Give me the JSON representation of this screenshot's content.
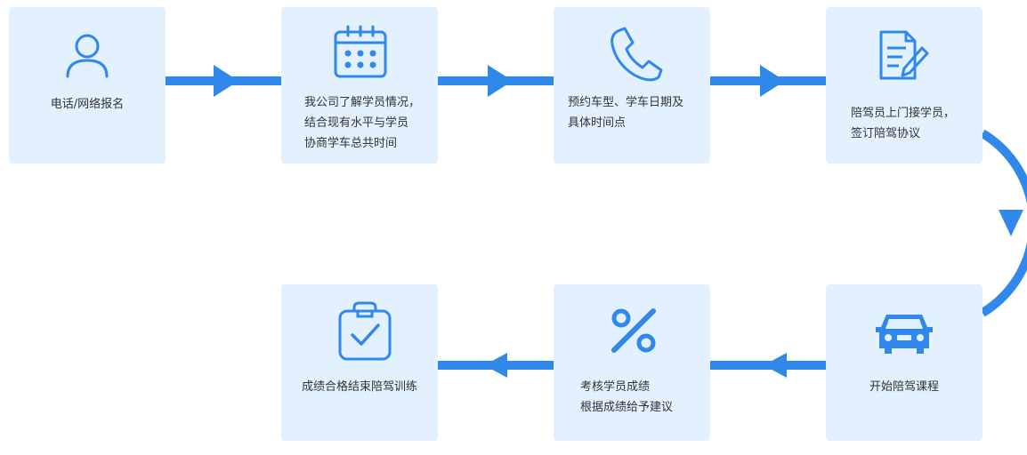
{
  "colors": {
    "accent": "#2f88ea",
    "card_bg": "#e3f0fd",
    "text": "#333333"
  },
  "steps": [
    {
      "id": "register",
      "icon": "person-icon",
      "lines": [
        "电话/网络报名"
      ]
    },
    {
      "id": "assess",
      "icon": "calendar-icon",
      "lines": [
        "我公司了解学员情况，",
        "结合现有水平与学员",
        "协商学车总共时间"
      ]
    },
    {
      "id": "reserve",
      "icon": "phone-icon",
      "lines": [
        "预约车型、学车日期及",
        "具体时间点"
      ]
    },
    {
      "id": "agreement",
      "icon": "document-pen-icon",
      "lines": [
        "陪驾员上门接学员，",
        "签订陪驾协议"
      ]
    },
    {
      "id": "start",
      "icon": "car-icon",
      "lines": [
        "开始陪驾课程"
      ]
    },
    {
      "id": "evaluate",
      "icon": "percent-icon",
      "lines": [
        "考核学员成绩",
        "根据成绩给予建议"
      ]
    },
    {
      "id": "finish",
      "icon": "clipboard-check-icon",
      "lines": [
        "成绩合格结束陪驾训练"
      ]
    }
  ]
}
